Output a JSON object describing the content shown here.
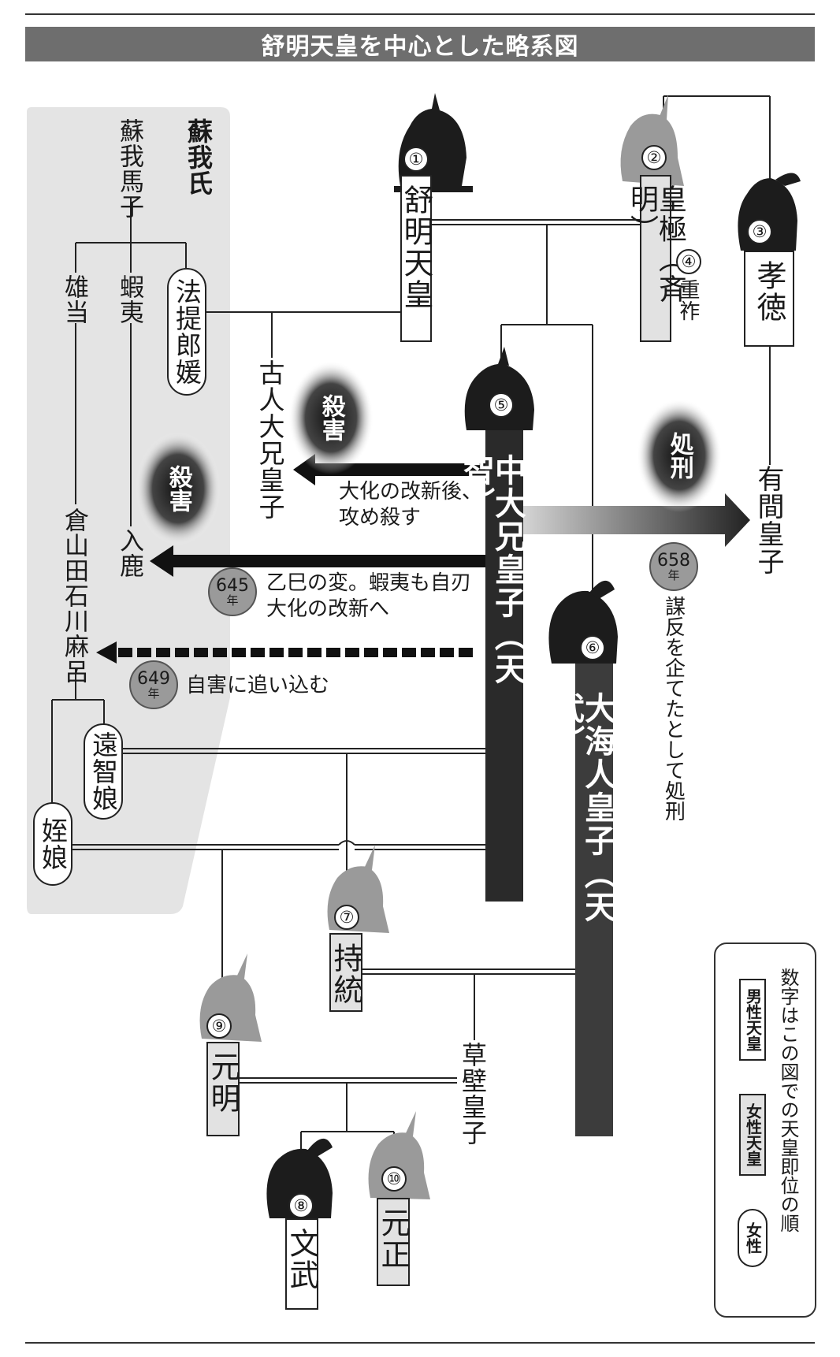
{
  "title": "舒明天皇を中心とした略系図",
  "soga_clan_label": "蘇我氏",
  "people": {
    "umako": "蘇我馬子",
    "emishi": "蝦夷",
    "oshi": "雄当",
    "hotei": "法提郎媛",
    "iruka": "入鹿",
    "ishikawamaro": "倉山田石川麻呂",
    "ochi": "遠智娘",
    "mei": "姪娘",
    "jomei": "舒明天皇",
    "kogyoku": "皇極（斉明）",
    "kotoku": "孝徳",
    "furuhito": "古人大兄皇子",
    "nakano": "中大兄皇子（天智）",
    "arima": "有間皇子",
    "oama": "大海人皇子（天武）",
    "jito": "持統",
    "kusakabe": "草壁皇子",
    "genmei": "元明",
    "monmu": "文武",
    "gensho": "元正"
  },
  "order_numbers": {
    "jomei": "①",
    "kogyoku": "②",
    "kotoku": "③",
    "saiso": "④",
    "nakano": "⑤",
    "oama": "⑥",
    "jito": "⑦",
    "monmu": "⑧",
    "genmei": "⑨",
    "gensho": "⑩"
  },
  "saiso_label": "重祚",
  "events": {
    "kill1_tag": "殺害",
    "kill1_note": "大化の改新後、\n攻め殺す",
    "kill2_tag": "殺害",
    "kill2_note": "乙巳の変。蝦夷も自刃\n大化の改新へ",
    "kill2_year": "645",
    "suicide_note": "自害に追い込む",
    "suicide_year": "649",
    "exec_tag": "処刑",
    "exec_year": "658",
    "exec_note": "謀反を企てたとして処刑",
    "year_unit": "年"
  },
  "legend": {
    "caption": "数字はこの図での天皇即位の順",
    "male": "男性天皇",
    "female": "女性天皇",
    "woman": "女性"
  },
  "colors": {
    "dark_bar": "#2a2a2a",
    "dark_bar2": "#3c3c3c",
    "soga_panel": "#e4e4e4",
    "female_box": "#e2e2e2",
    "title_bar": "#6e6e6e"
  }
}
